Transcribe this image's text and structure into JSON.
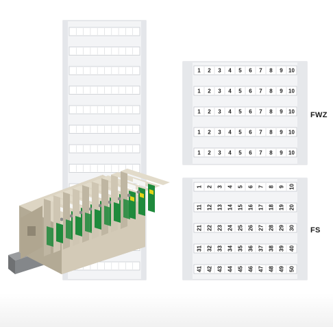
{
  "labels": {
    "fwz": "FWZ",
    "fs": "FS"
  },
  "fwz_card": {
    "rows": [
      [
        "1",
        "2",
        "3",
        "4",
        "5",
        "6",
        "7",
        "8",
        "9",
        "10"
      ],
      [
        "1",
        "2",
        "3",
        "4",
        "5",
        "6",
        "7",
        "8",
        "9",
        "10"
      ],
      [
        "1",
        "2",
        "3",
        "4",
        "5",
        "6",
        "7",
        "8",
        "9",
        "10"
      ],
      [
        "1",
        "2",
        "3",
        "4",
        "5",
        "6",
        "7",
        "8",
        "9",
        "10"
      ],
      [
        "1",
        "2",
        "3",
        "4",
        "5",
        "6",
        "7",
        "8",
        "9",
        "10"
      ]
    ]
  },
  "fs_card": {
    "rows": [
      [
        "1",
        "2",
        "3",
        "4",
        "5",
        "6",
        "7",
        "8",
        "9",
        "10"
      ],
      [
        "11",
        "12",
        "13",
        "14",
        "15",
        "16",
        "17",
        "18",
        "19",
        "20"
      ],
      [
        "21",
        "22",
        "23",
        "24",
        "25",
        "26",
        "27",
        "28",
        "29",
        "30"
      ],
      [
        "31",
        "32",
        "33",
        "34",
        "35",
        "36",
        "37",
        "38",
        "39",
        "40"
      ],
      [
        "41",
        "42",
        "43",
        "44",
        "45",
        "46",
        "47",
        "48",
        "49",
        "50"
      ]
    ]
  },
  "colors": {
    "card": "#f2f3f5",
    "card_edge": "#d6d9de",
    "terminal_beige": "#c9c0ae",
    "terminal_green": "#1f8a3c",
    "terminal_yellow": "#e4d419",
    "rail_gray": "#8c8e90"
  }
}
